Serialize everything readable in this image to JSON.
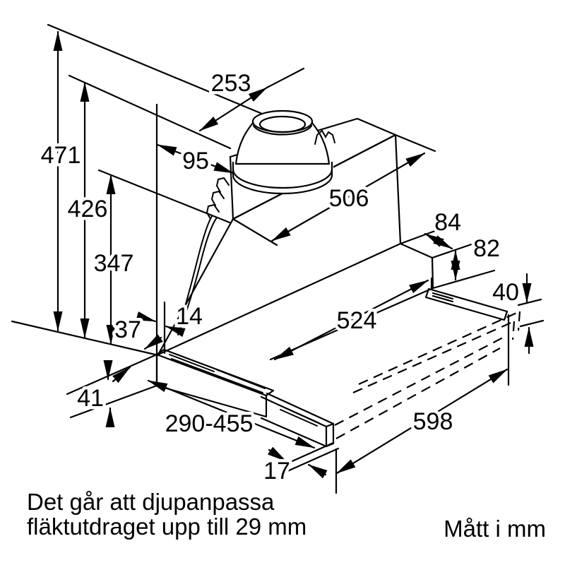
{
  "diagram": {
    "kind": "appliance-installation-dimension-drawing",
    "colors": {
      "line": "#000000",
      "background": "#ffffff"
    },
    "labels": {
      "height_max": "471",
      "height_top_section": "426",
      "height_clip_level": "347",
      "top_section_depth": "253",
      "duct_offset": "95",
      "top_section_width": "506",
      "rear_step_depth": "84",
      "rear_step_height": "82",
      "rail_height": "40",
      "rear_gap": "14",
      "bottom_gap": "37",
      "body_width": "524",
      "visor_height": "41",
      "pullout_depth_range": "290-455",
      "cabinet_width": "598",
      "front_lip_depth": "17"
    },
    "notes": {
      "line1": "Det går att djupanpassa",
      "line2": "fläktutdraget upp till 29 mm"
    },
    "units_label": "Mått i mm"
  }
}
